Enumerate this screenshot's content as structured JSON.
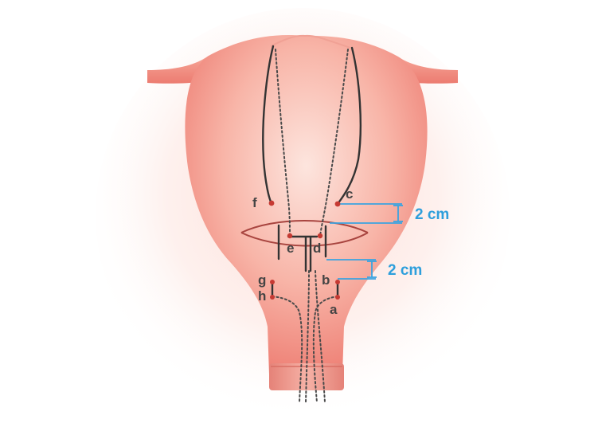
{
  "diagram": {
    "points": [
      {
        "id": "a",
        "label": "a"
      },
      {
        "id": "b",
        "label": "b"
      },
      {
        "id": "c",
        "label": "c"
      },
      {
        "id": "d",
        "label": "d"
      },
      {
        "id": "e",
        "label": "e"
      },
      {
        "id": "f",
        "label": "f"
      },
      {
        "id": "g",
        "label": "g"
      },
      {
        "id": "h",
        "label": "h"
      }
    ],
    "dimensions": [
      {
        "label": "2 cm"
      },
      {
        "label": "2 cm"
      }
    ],
    "colors": {
      "uterus": "#f2938a",
      "uterus_light": "#fde3dc",
      "dimension": "#2e9fdc",
      "point": "#c63a33",
      "suture": "#333333"
    }
  }
}
